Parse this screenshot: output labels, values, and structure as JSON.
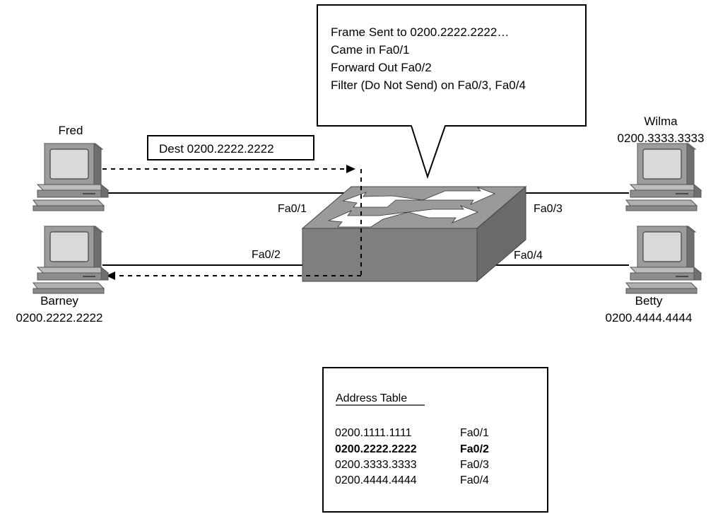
{
  "callout": {
    "lines": [
      "Frame Sent to 0200.2222.2222…",
      "Came in Fa0/1",
      "Forward Out Fa0/2",
      "Filter (Do Not Send) on Fa0/3, Fa0/4"
    ]
  },
  "frame_label": "Dest 0200.2222.2222",
  "hosts": {
    "fred": {
      "name": "Fred",
      "mac": ""
    },
    "barney": {
      "name": "Barney",
      "mac": "0200.2222.2222"
    },
    "wilma": {
      "name": "Wilma",
      "mac": "0200.3333.3333"
    },
    "betty": {
      "name": "Betty",
      "mac": "0200.4444.4444"
    }
  },
  "ports": {
    "fa01": "Fa0/1",
    "fa02": "Fa0/2",
    "fa03": "Fa0/3",
    "fa04": "Fa0/4"
  },
  "address_table": {
    "title": "Address Table",
    "rows": [
      {
        "mac": "0200.1111.1111",
        "port": "Fa0/1",
        "bold": false
      },
      {
        "mac": "0200.2222.2222",
        "port": "Fa0/2",
        "bold": true
      },
      {
        "mac": "0200.3333.3333",
        "port": "Fa0/3",
        "bold": false
      },
      {
        "mac": "0200.4444.4444",
        "port": "Fa0/4",
        "bold": false
      }
    ]
  },
  "colors": {
    "switch_top": "#9a9a9a",
    "switch_front": "#7f7f7f",
    "switch_side": "#6a6a6a",
    "pc_body": "#9c9c9c",
    "pc_screen": "#d9d9d9"
  }
}
